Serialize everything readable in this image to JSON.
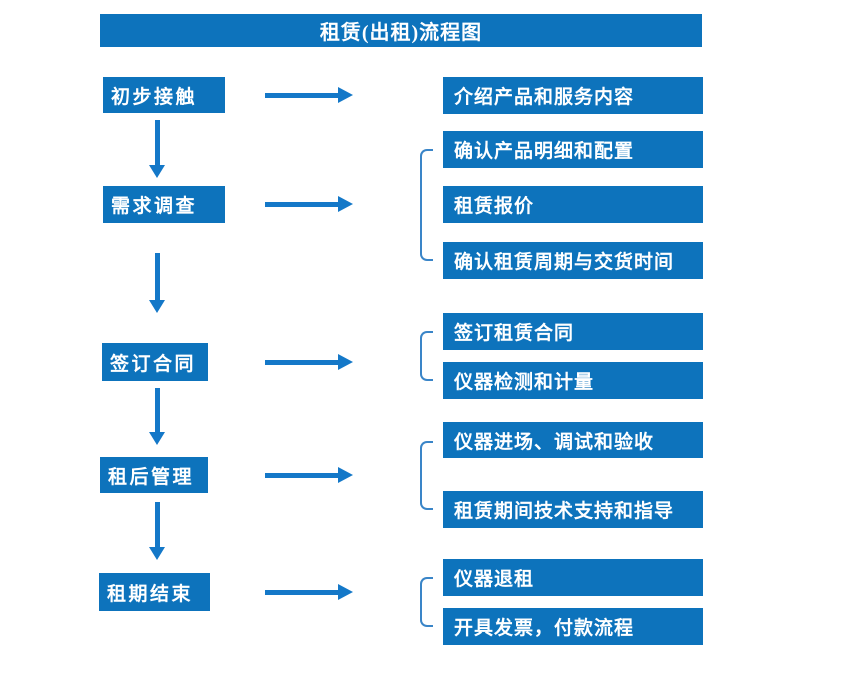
{
  "title": "租赁(出租)流程图",
  "colors": {
    "box_blue": "#0D73BC",
    "arrow_blue": "#1478C8",
    "bracket_blue": "#3A85C8",
    "text_white": "#FFFFFF",
    "page_bg": "#FFFFFF"
  },
  "stages": [
    {
      "label": "初步接触",
      "outputs": [
        "介绍产品和服务内容"
      ]
    },
    {
      "label": "需求调查",
      "outputs": [
        "确认产品明细和配置",
        "租赁报价",
        "确认租赁周期与交货时间"
      ]
    },
    {
      "label": "签订合同",
      "outputs": [
        "签订租赁合同",
        "仪器检测和计量"
      ]
    },
    {
      "label": "租后管理",
      "outputs": [
        "仪器进场、调试和验收",
        "租赁期间技术支持和指导"
      ]
    },
    {
      "label": "租期结束",
      "outputs": [
        "仪器退租",
        "开具发票，付款流程"
      ]
    }
  ]
}
